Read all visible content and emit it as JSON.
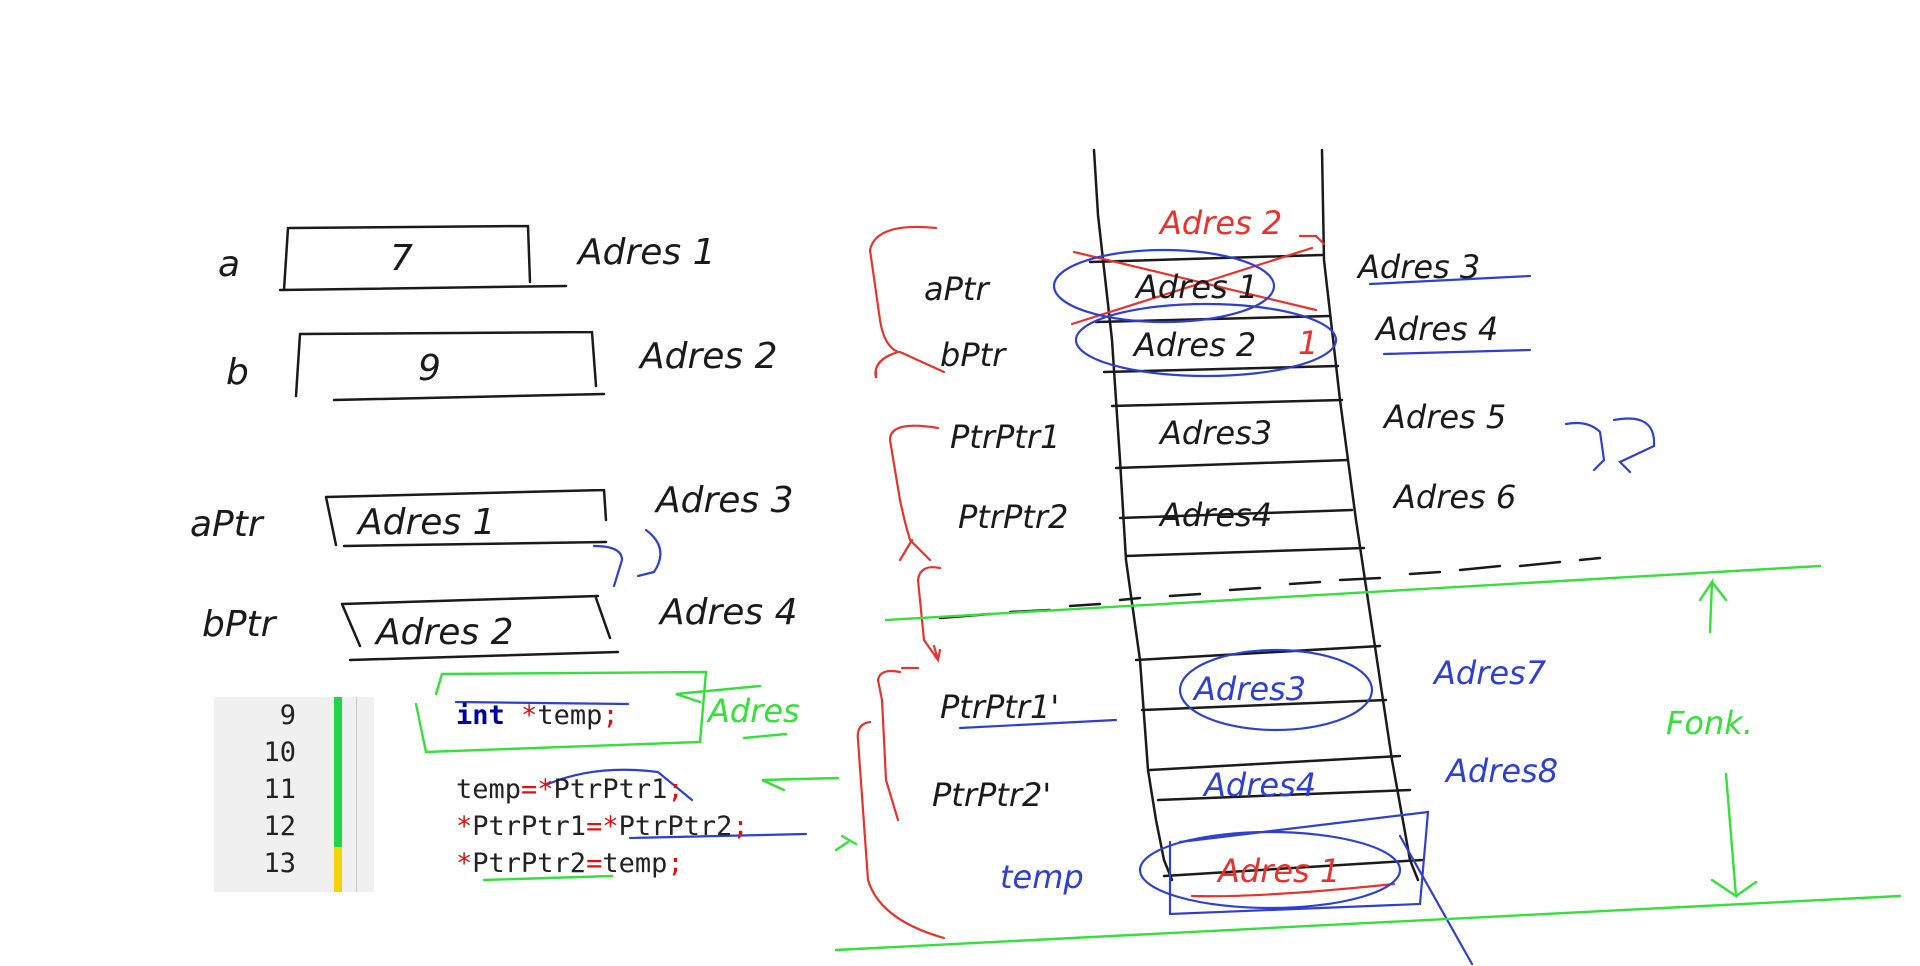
{
  "memory_left": {
    "a": {
      "name": "a",
      "value": "7",
      "address": "Adres 1"
    },
    "b": {
      "name": "b",
      "value": "9",
      "address": "Adres 2"
    },
    "aPtr": {
      "name": "aPtr",
      "value": "Adres 1",
      "address": "Adres 3"
    },
    "bPtr": {
      "name": "bPtr",
      "value": "Adres 2",
      "address": "Adres 4"
    }
  },
  "stack": {
    "top_annotation": "Adres 2",
    "rows": [
      {
        "name": "aPtr",
        "value": "Adres 1",
        "address": "Adres 3"
      },
      {
        "name": "bPtr",
        "value": "Adres 2",
        "correction": "1",
        "address": "Adres 4"
      },
      {
        "name": "PtrPtr1",
        "value": "Adres3",
        "address": "Adres 5"
      },
      {
        "name": "PtrPtr2",
        "value": "Adres4",
        "address": "Adres 6"
      }
    ],
    "func_rows": [
      {
        "name": "PtrPtr1'",
        "value": "Adres3",
        "address": "Adres7"
      },
      {
        "name": "PtrPtr2'",
        "value": "Adres4",
        "address": "Adres8"
      },
      {
        "name": "temp",
        "value": "Adres 1",
        "address": ""
      }
    ],
    "func_label": "Fonk.",
    "code_annotation": "Adres"
  },
  "code": {
    "lines": [
      {
        "num": "9",
        "parts": [
          {
            "t": "int",
            "c": "kw"
          },
          {
            "t": " ",
            "c": ""
          },
          {
            "t": "*",
            "c": "op"
          },
          {
            "t": "temp",
            "c": ""
          },
          {
            "t": ";",
            "c": "op"
          }
        ]
      },
      {
        "num": "10",
        "parts": []
      },
      {
        "num": "11",
        "parts": [
          {
            "t": "temp",
            "c": ""
          },
          {
            "t": "=*",
            "c": "op"
          },
          {
            "t": "PtrPtr1",
            "c": ""
          },
          {
            "t": ";",
            "c": "op"
          }
        ]
      },
      {
        "num": "12",
        "parts": [
          {
            "t": "*",
            "c": "op"
          },
          {
            "t": "PtrPtr1",
            "c": ""
          },
          {
            "t": "=*",
            "c": "op"
          },
          {
            "t": "PtrPtr2",
            "c": ""
          },
          {
            "t": ";",
            "c": "op"
          }
        ]
      },
      {
        "num": "13",
        "parts": [
          {
            "t": "*",
            "c": "op"
          },
          {
            "t": "PtrPtr2",
            "c": ""
          },
          {
            "t": "=",
            "c": "op"
          },
          {
            "t": "temp",
            "c": ""
          },
          {
            "t": ";",
            "c": "op"
          }
        ]
      }
    ]
  },
  "colors": {
    "ink": "#1a1a1a",
    "red": "#e8322e",
    "blue": "#2f3fd0",
    "green": "#35e03a"
  }
}
